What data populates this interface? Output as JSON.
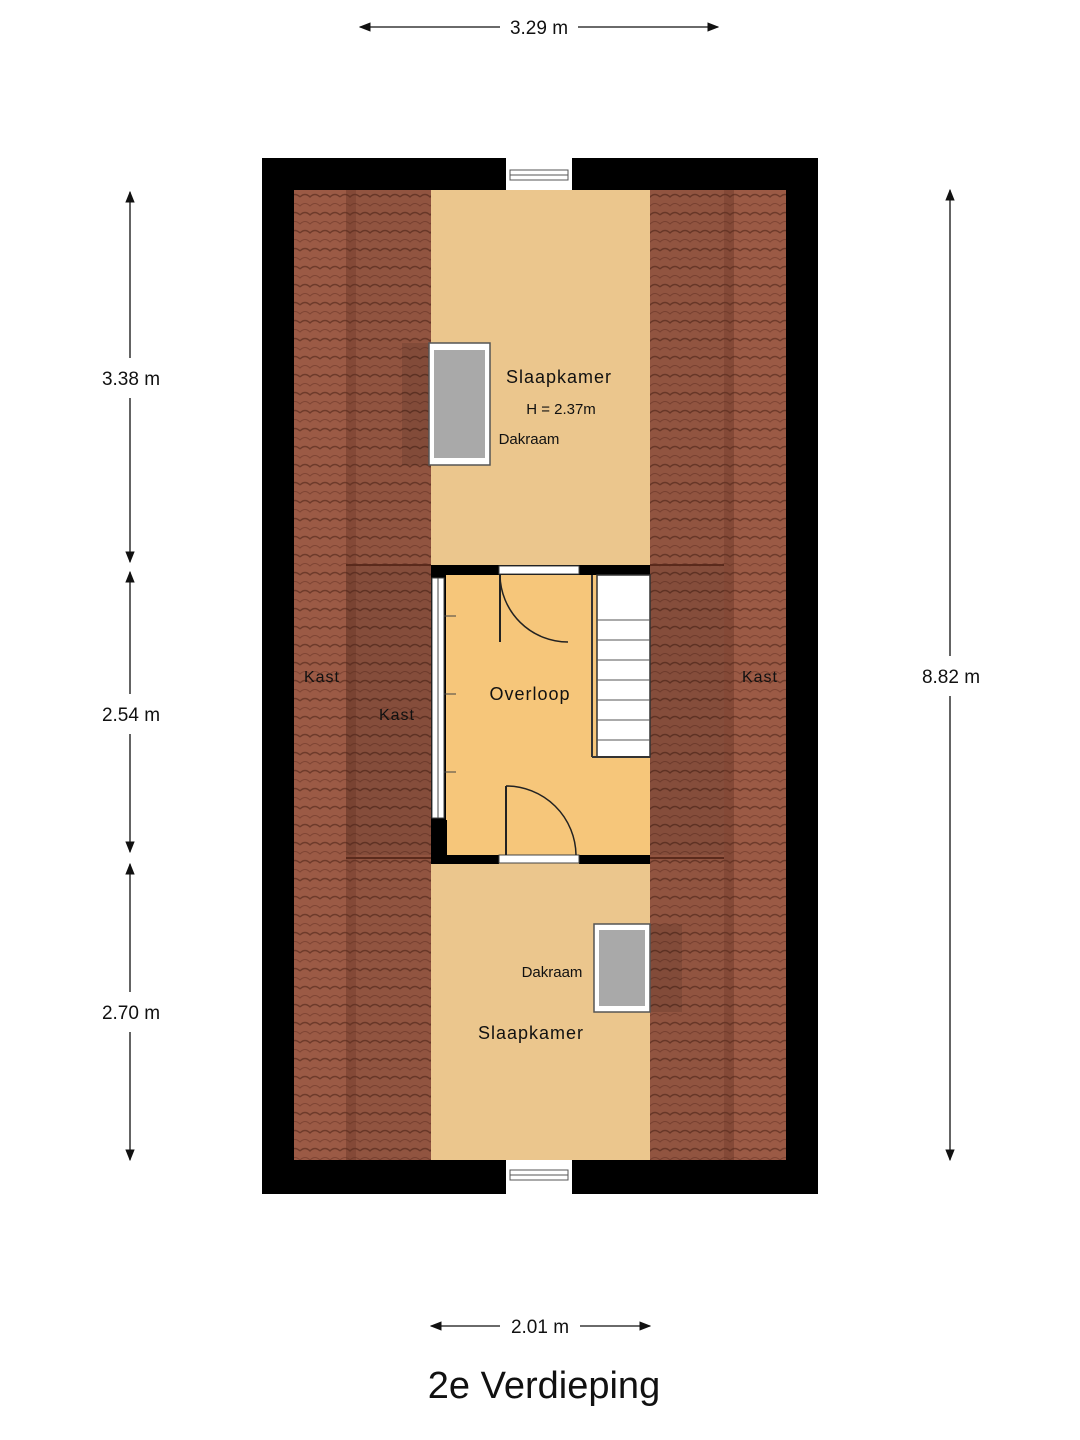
{
  "floor_title": "2e Verdieping",
  "dimensions": {
    "top_width": "3.29 m",
    "bottom_width": "2.01 m",
    "left_segment_1": "3.38 m",
    "left_segment_2": "2.54 m",
    "left_segment_3": "2.70 m",
    "right_total": "8.82 m"
  },
  "rooms": {
    "bedroom_top": {
      "name": "Slaapkamer",
      "height": "H = 2.37m",
      "skylight": "Dakraam"
    },
    "landing": {
      "name": "Overloop"
    },
    "closet_left_outer": {
      "name": "Kast"
    },
    "closet_left_inner": {
      "name": "Kast"
    },
    "closet_right": {
      "name": "Kast"
    },
    "bedroom_bottom": {
      "name": "Slaapkamer",
      "skylight": "Dakraam"
    }
  },
  "colors": {
    "wall": "#000000",
    "roof_tile": "#9b5a45",
    "roof_tile_line": "#6e3b2b",
    "bedroom_floor": "#ebc68d",
    "landing_floor": "#f6c67a",
    "skylight_glass": "#a9a9a9",
    "stair": "#ffffff"
  }
}
